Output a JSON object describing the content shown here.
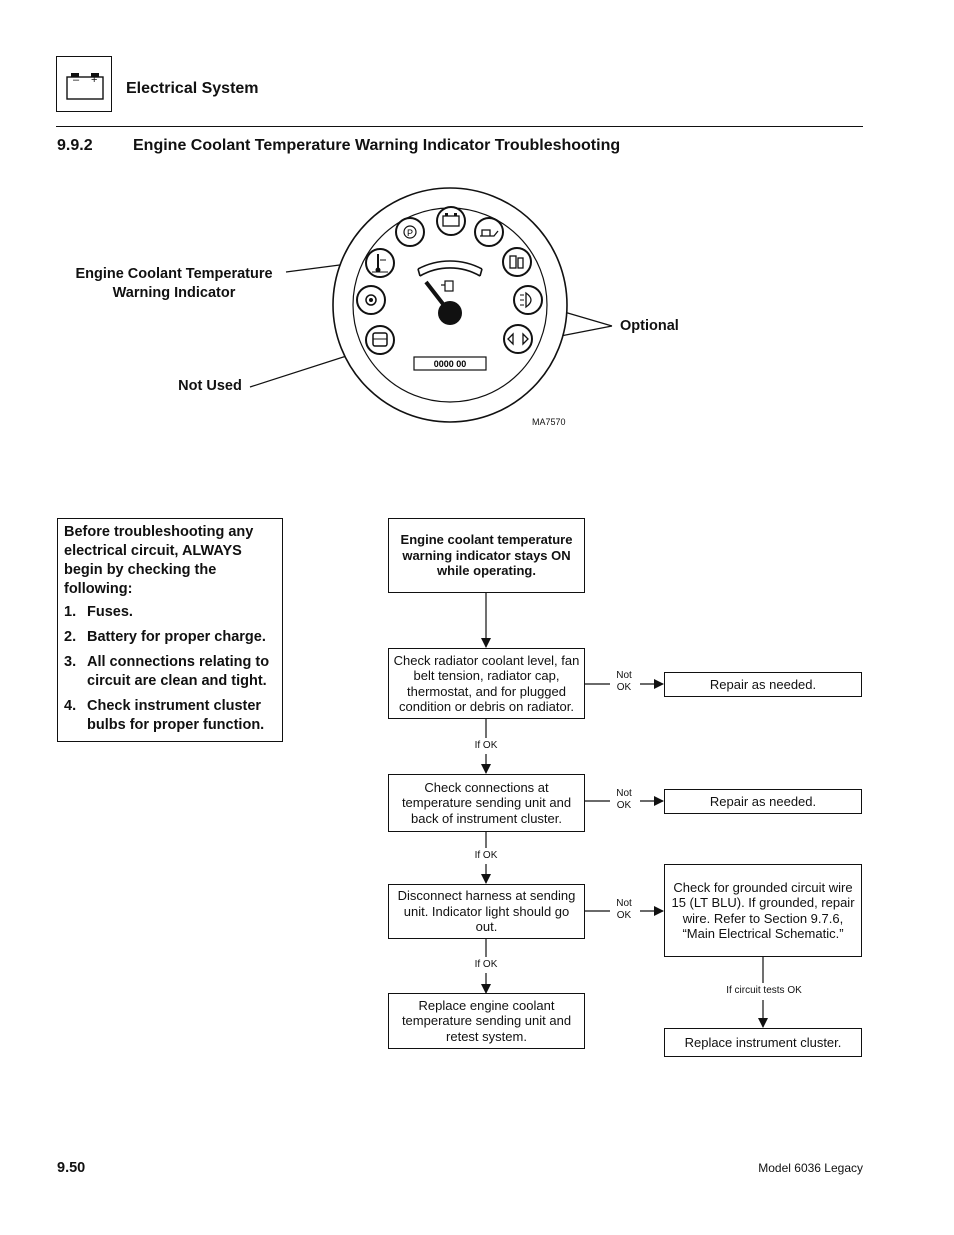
{
  "header": {
    "section": "Electrical System",
    "battery_icon": "battery-icon",
    "battery_minus": "–",
    "battery_plus": "+"
  },
  "section": {
    "number": "9.9.2",
    "title": "Engine Coolant Temperature Warning Indicator Troubleshooting"
  },
  "figure": {
    "labels": {
      "coolant_line1": "Engine Coolant Temperature",
      "coolant_line2": "Warning Indicator",
      "not_used": "Not Used",
      "optional": "Optional"
    },
    "hour_meter": "0000 00",
    "figure_id": "MA7570",
    "indicator_icons": [
      "coolant-temperature-icon",
      "glow-plug-icon",
      "not-used-icon",
      "parking-brake-icon",
      "battery-icon",
      "oil-pressure-icon",
      "fuel-filter-icon",
      "headlight-icon",
      "turn-signal-icon",
      "fuel-gauge-icon"
    ]
  },
  "checklist": {
    "intro": "Before troubleshooting any electrical circuit, ALWAYS begin by checking the following:",
    "items": [
      {
        "num": "1.",
        "text": "Fuses."
      },
      {
        "num": "2.",
        "text": "Battery for proper charge."
      },
      {
        "num": "3.",
        "text": "All connections relating to circuit are clean and tight."
      },
      {
        "num": "4.",
        "text": "Check instrument cluster bulbs for proper function."
      }
    ]
  },
  "flowchart": {
    "start": "Engine coolant temperature warning indicator stays ON while operating.",
    "steps": [
      "Check radiator coolant level, fan belt tension, radiator cap, thermostat, and for plugged condition or debris on radiator.",
      "Check connections at temperature sending unit and back of instrument cluster.",
      "Disconnect harness at sending unit. Indicator light should go out.",
      "Replace engine coolant temperature sending unit and retest system."
    ],
    "remedies": [
      "Repair as needed.",
      "Repair as needed.",
      "Check for grounded circuit wire 15 (LT BLU). If grounded, repair wire. Refer to Section 9.7.6, “Main Electrical Schematic.”"
    ],
    "final": "Replace instrument cluster.",
    "if_ok": "If OK",
    "not_ok_line1": "Not",
    "not_ok_line2": "OK",
    "if_circuit_ok": "If circuit tests OK"
  },
  "footer": {
    "page": "9.50",
    "model": "Model  6036 Legacy"
  }
}
